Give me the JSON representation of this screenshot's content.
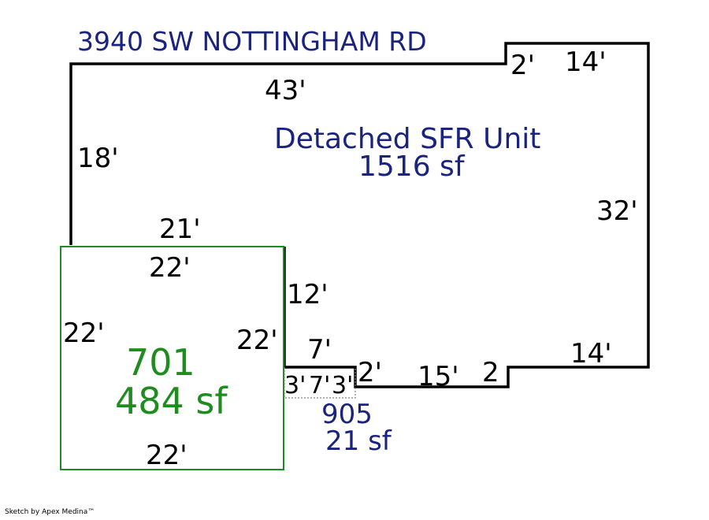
{
  "address": "3940 SW NOTTINGHAM RD",
  "main_unit": {
    "name": "Detached SFR Unit",
    "area": "1516 sf",
    "dimensions": {
      "top_left": "43'",
      "top_step": "2'",
      "top_right": "14'",
      "left": "18'",
      "right": "32'",
      "lower_top": "21'",
      "garage_side": "12'",
      "notch_top": "7'",
      "notch_step": "2'",
      "bottom_mid": "15'",
      "bottom_step": "2",
      "bottom_right": "14'"
    }
  },
  "garage": {
    "code": "701",
    "area": "484 sf",
    "dimensions": {
      "top": "22'",
      "left": "22'",
      "right": "22'",
      "bottom": "22'"
    }
  },
  "porch": {
    "code": "905",
    "area": "21 sf",
    "dimensions": {
      "left": "3'",
      "mid": "7'",
      "right": "3'"
    }
  },
  "colors": {
    "outline": "#000000",
    "garage_outline": "#1e8c1e",
    "porch_outline": "#808080",
    "label_blue": "#1a237e",
    "label_green": "#1e8c1e"
  },
  "credit": "Sketch by Apex Medina™"
}
